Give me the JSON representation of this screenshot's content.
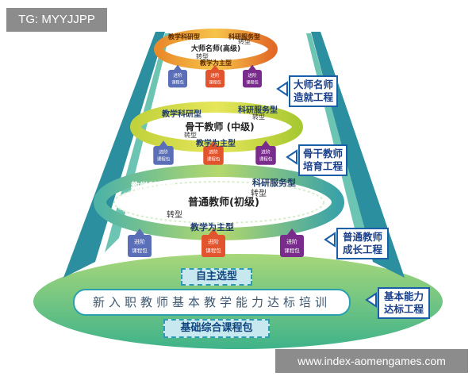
{
  "tag": "TG: MYYJJPP",
  "watermark": "www.index-aomengames.com",
  "levels": [
    {
      "title": "大师名师(高级)",
      "left_banner": "教学科研型",
      "right_banner": "科研服务型",
      "bottom_banner": "教学为主型",
      "transform": "转型",
      "side_label": [
        "大师名师",
        "造就工程"
      ]
    },
    {
      "title": "骨干教师 (中级)",
      "left_banner": "教学科研型",
      "right_banner": "科研服务型",
      "bottom_banner": "教学为主型",
      "transform": "转型",
      "side_label": [
        "骨干教师",
        "培育工程"
      ]
    },
    {
      "title": "普通教师(初级)",
      "left_banner": "教学科研型",
      "right_banner": "科研服务型",
      "bottom_banner": "教学为主型",
      "transform": "转型",
      "side_label": [
        "普通教师",
        "成长工程"
      ]
    }
  ],
  "package_label": [
    "进阶",
    "课程包"
  ],
  "package_colors": [
    "#5a6fb8",
    "#e1542e",
    "#7a2c8c"
  ],
  "base": {
    "top_box": "自主选型",
    "main": "新入职教师基本教学能力达标培训",
    "bottom_box": "基础综合课程包",
    "side_label": [
      "基本能力",
      "达标工程"
    ]
  }
}
